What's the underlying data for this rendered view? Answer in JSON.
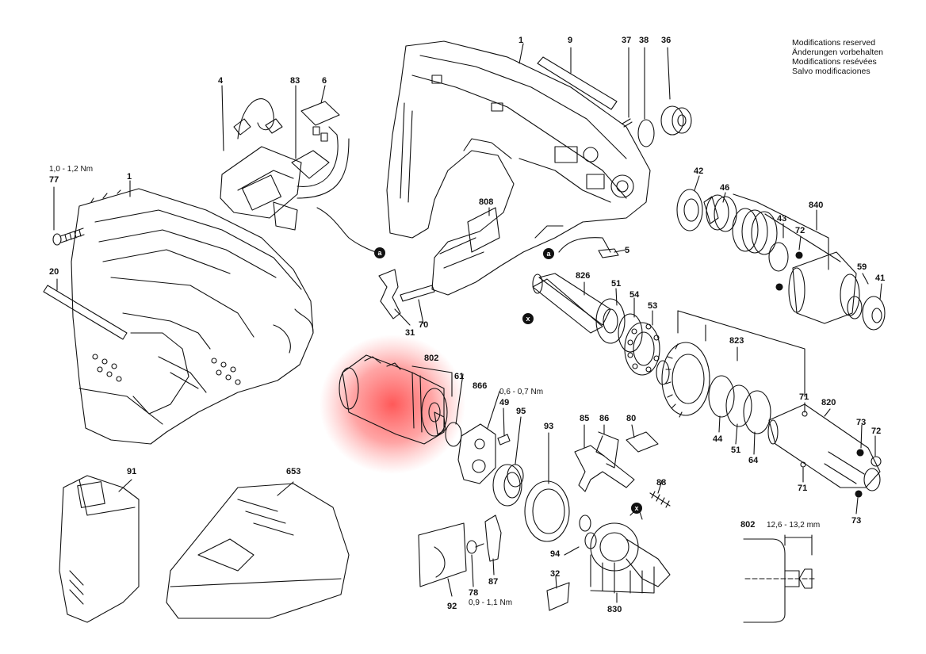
{
  "notice": {
    "lines": [
      "Modifications reserved",
      "Änderungen vorbehalten",
      "Modifications resévées",
      "Salvo modificaciones"
    ]
  },
  "highlight": {
    "part": "802",
    "color": "#ff5a5a"
  },
  "labels": {
    "l1a": "1",
    "l9": "9",
    "l37": "37",
    "l38": "38",
    "l36": "36",
    "l4": "4",
    "l83": "83",
    "l6": "6",
    "l77": "77",
    "l1b": "1",
    "l20": "20",
    "l808": "808",
    "l5": "5",
    "l42": "42",
    "l46": "46",
    "l840": "840",
    "l43": "43",
    "l72a": "72",
    "l59": "59",
    "l41": "41",
    "l826": "826",
    "l51a": "51",
    "l54": "54",
    "l53": "53",
    "l31": "31",
    "l70": "70",
    "l802a": "802",
    "l61": "61",
    "l866": "866",
    "l49": "49",
    "l95": "95",
    "l93": "93",
    "l823": "823",
    "l71a": "71",
    "l820": "820",
    "l73a": "73",
    "l72b": "72",
    "l44": "44",
    "l51b": "51",
    "l64": "64",
    "l71b": "71",
    "l73b": "73",
    "l85": "85",
    "l86": "86",
    "l80": "80",
    "l88": "88",
    "l91": "91",
    "l653": "653",
    "l92": "92",
    "l78": "78",
    "l87": "87",
    "l94": "94",
    "l32": "32",
    "l830": "830",
    "l802b": "802"
  },
  "notes": {
    "torque77": "1,0 - 1,2 Nm",
    "torque49": "0,6 - 0,7 Nm",
    "torque78": "0,9 - 1,1 Nm",
    "dim802": "12,6 - 13,2 mm"
  },
  "refs": {
    "a": "a",
    "x": "x"
  }
}
